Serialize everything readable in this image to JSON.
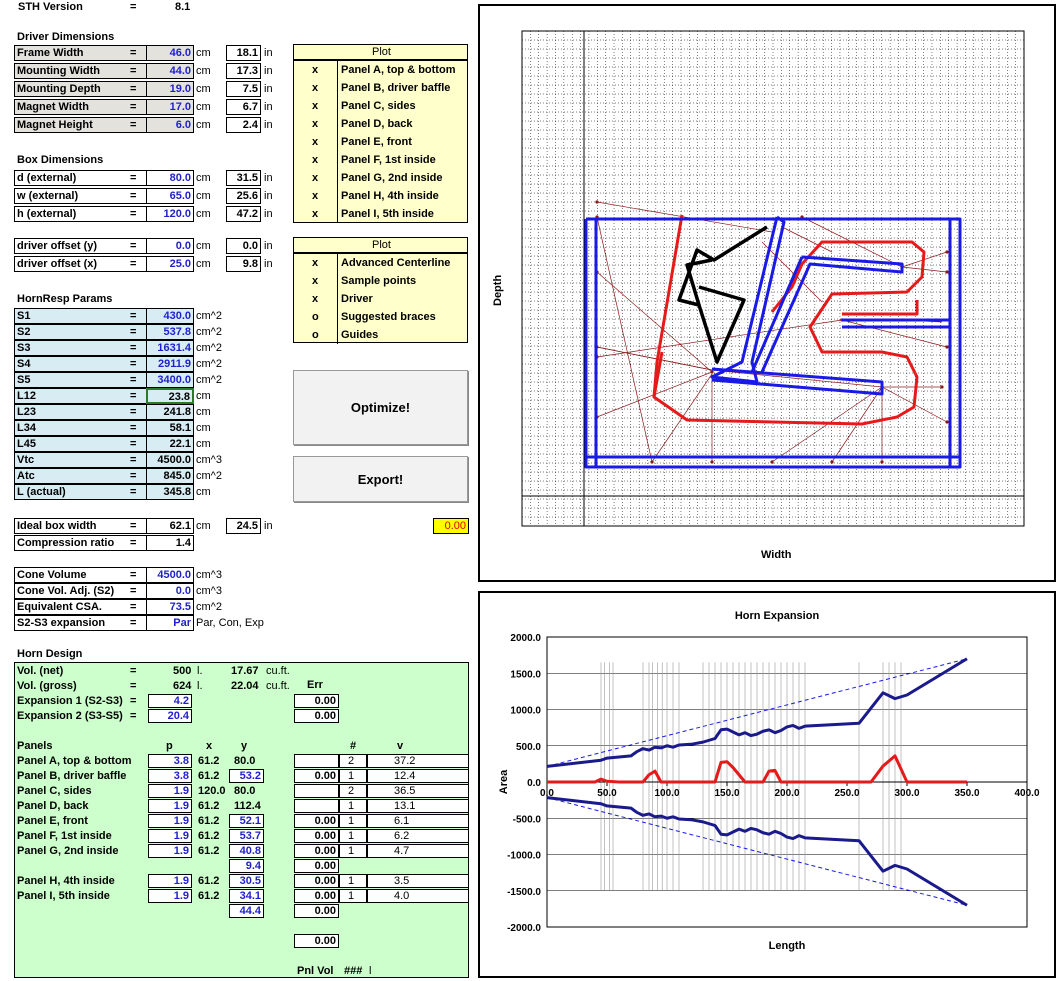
{
  "version": {
    "label": "STH Version",
    "eq": "=",
    "value": "8.1"
  },
  "driver": {
    "title": "Driver Dimensions",
    "rows": [
      {
        "label": "Frame Width",
        "val": "46.0",
        "unit": "cm",
        "inch": "18.1",
        "iu": "in"
      },
      {
        "label": "Mounting Width",
        "val": "44.0",
        "unit": "cm",
        "inch": "17.3",
        "iu": "in"
      },
      {
        "label": "Mounting Depth",
        "val": "19.0",
        "unit": "cm",
        "inch": "7.5",
        "iu": "in"
      },
      {
        "label": "Magnet Width",
        "val": "17.0",
        "unit": "cm",
        "inch": "6.7",
        "iu": "in"
      },
      {
        "label": "Magnet Height",
        "val": "6.0",
        "unit": "cm",
        "inch": "2.4",
        "iu": "in"
      }
    ]
  },
  "box": {
    "title": "Box Dimensions",
    "rows": [
      {
        "label": "d (external)",
        "val": "80.0",
        "unit": "cm",
        "inch": "31.5",
        "iu": "in"
      },
      {
        "label": "w (external)",
        "val": "65.0",
        "unit": "cm",
        "inch": "25.6",
        "iu": "in"
      },
      {
        "label": "h (external)",
        "val": "120.0",
        "unit": "cm",
        "inch": "47.2",
        "iu": "in"
      }
    ]
  },
  "offset": {
    "rows": [
      {
        "label": "driver offset (y)",
        "val": "0.0",
        "unit": "cm",
        "inch": "0.0",
        "iu": "in"
      },
      {
        "label": "driver offset (x)",
        "val": "25.0",
        "unit": "cm",
        "inch": "9.8",
        "iu": "in"
      }
    ]
  },
  "plot1": {
    "title": "Plot",
    "items": [
      {
        "mark": "x",
        "label": "Panel A, top & bottom"
      },
      {
        "mark": "x",
        "label": "Panel B, driver baffle"
      },
      {
        "mark": "x",
        "label": "Panel C, sides"
      },
      {
        "mark": "x",
        "label": "Panel D, back"
      },
      {
        "mark": "x",
        "label": "Panel E, front"
      },
      {
        "mark": "x",
        "label": "Panel F, 1st inside"
      },
      {
        "mark": "x",
        "label": "Panel G, 2nd inside"
      },
      {
        "mark": "x",
        "label": "Panel H, 4th inside"
      },
      {
        "mark": "x",
        "label": "Panel I, 5th inside"
      }
    ]
  },
  "plot2": {
    "title": "Plot",
    "items": [
      {
        "mark": "x",
        "label": "Advanced Centerline"
      },
      {
        "mark": "x",
        "label": "Sample points"
      },
      {
        "mark": "x",
        "label": "Driver"
      },
      {
        "mark": "o",
        "label": "Suggested braces"
      },
      {
        "mark": "o",
        "label": "Guides"
      }
    ]
  },
  "hornresp": {
    "title": "HornResp Params",
    "rows": [
      {
        "label": "S1",
        "val": "430.0",
        "unit": "cm^2"
      },
      {
        "label": "S2",
        "val": "537.8",
        "unit": "cm^2"
      },
      {
        "label": "S3",
        "val": "1631.4",
        "unit": "cm^2"
      },
      {
        "label": "S4",
        "val": "2911.9",
        "unit": "cm^2"
      },
      {
        "label": "S5",
        "val": "3400.0",
        "unit": "cm^2"
      },
      {
        "label": "L12",
        "val": "23.8",
        "unit": "cm"
      },
      {
        "label": "L23",
        "val": "241.8",
        "unit": "cm"
      },
      {
        "label": "L34",
        "val": "58.1",
        "unit": "cm"
      },
      {
        "label": "L45",
        "val": "22.1",
        "unit": "cm"
      },
      {
        "label": "Vtc",
        "val": "4500.0",
        "unit": "cm^3"
      },
      {
        "label": "Atc",
        "val": "845.0",
        "unit": "cm^2"
      },
      {
        "label": "L (actual)",
        "val": "345.8",
        "unit": "cm"
      }
    ]
  },
  "buttons": {
    "optimize": "Optimize!",
    "export": "Export!"
  },
  "ideal": {
    "label": "Ideal box width",
    "val": "62.1",
    "unit": "cm",
    "inch": "24.5",
    "iu": "in",
    "flag": "0.00"
  },
  "compression": {
    "label": "Compression ratio",
    "val": "1.4"
  },
  "cone": {
    "rows": [
      {
        "label": "Cone Volume",
        "val": "4500.0",
        "unit": "cm^3"
      },
      {
        "label": "Cone Vol. Adj. (S2)",
        "val": "0.0",
        "unit": "cm^3"
      },
      {
        "label": "Equivalent CSA.",
        "val": "73.5",
        "unit": "cm^2"
      },
      {
        "label": "S2-S3 expansion",
        "val": "Par",
        "unit": "Par, Con, Exp"
      }
    ]
  },
  "horn": {
    "title": "Horn Design",
    "volnet": {
      "label": "Vol. (net)",
      "l": "500",
      "lu": "l.",
      "cf": "17.67",
      "cfu": "cu.ft.",
      "err": "Err"
    },
    "volgross": {
      "label": "Vol. (gross)",
      "l": "624",
      "lu": "l.",
      "cf": "22.04",
      "cfu": "cu.ft."
    },
    "exp1": {
      "label": "Expansion 1 (S2-S3)",
      "val": "4.2",
      "err": "0.00"
    },
    "exp2": {
      "label": "Expansion 2 (S3-S5)",
      "val": "20.4",
      "err": "0.00"
    },
    "headers": {
      "panels": "Panels",
      "p": "p",
      "x": "x",
      "y": "y",
      "n": "#",
      "v": "v"
    },
    "panels": [
      {
        "label": "Panel A, top & bottom",
        "p": "3.8",
        "x": "61.2",
        "y": "80.0",
        "err": "",
        "n": "2",
        "v": "37.2"
      },
      {
        "label": "Panel B, driver baffle",
        "p": "3.8",
        "x": "61.2",
        "y": "53.2",
        "err": "0.00",
        "n": "1",
        "v": "12.4"
      },
      {
        "label": "Panel C, sides",
        "p": "1.9",
        "x": "120.0",
        "y": "80.0",
        "err": "",
        "n": "2",
        "v": "36.5"
      },
      {
        "label": "Panel D, back",
        "p": "1.9",
        "x": "61.2",
        "y": "112.4",
        "err": "",
        "n": "1",
        "v": "13.1"
      },
      {
        "label": "Panel E, front",
        "p": "1.9",
        "x": "61.2",
        "y": "52.1",
        "err": "0.00",
        "n": "1",
        "v": "6.1"
      },
      {
        "label": "Panel F, 1st inside",
        "p": "1.9",
        "x": "61.2",
        "y": "53.7",
        "err": "0.00",
        "n": "1",
        "v": "6.2"
      },
      {
        "label": "Panel G, 2nd inside",
        "p": "1.9",
        "x": "61.2",
        "y": "40.8",
        "err": "0.00",
        "n": "1",
        "v": "4.7"
      }
    ],
    "extra1": {
      "y": "9.4",
      "err": "0.00"
    },
    "panels2": [
      {
        "label": "Panel H, 4th inside",
        "p": "1.9",
        "x": "61.2",
        "y": "30.5",
        "err": "0.00",
        "n": "1",
        "v": "3.5"
      },
      {
        "label": "Panel I, 5th inside",
        "p": "1.9",
        "x": "61.2",
        "y": "34.1",
        "err": "0.00",
        "n": "1",
        "v": "4.0"
      }
    ],
    "extra2": {
      "y": "44.4",
      "err": "0.00"
    },
    "total": "0.00",
    "pnlvol": "Pnl Vol",
    "pnlval": "###",
    "pnlunit": "l"
  },
  "layout_chart": {
    "xlabel": "Width",
    "ylabel": "Depth"
  },
  "chart_data": {
    "type": "line",
    "title": "Horn Expansion",
    "xlabel": "Length",
    "ylabel": "Area",
    "xlim": [
      0,
      400
    ],
    "ylim": [
      -2000,
      2000
    ],
    "xticks": [
      "0.0",
      "50.0",
      "100.0",
      "150.0",
      "200.0",
      "250.0",
      "300.0",
      "350.0",
      "400.0"
    ],
    "yticks": [
      "2000.0",
      "1500.0",
      "1000.0",
      "500.0",
      "0.0",
      "-500.0",
      "-1000.0",
      "-1500.0",
      "-2000.0"
    ],
    "series": [
      {
        "color": "#1a1a8c",
        "x": [
          0,
          45,
          50,
          70,
          75,
          80,
          85,
          90,
          95,
          100,
          105,
          110,
          120,
          130,
          140,
          145,
          150,
          155,
          160,
          165,
          170,
          175,
          180,
          185,
          190,
          195,
          200,
          205,
          210,
          215,
          260,
          280,
          290,
          300,
          350
        ],
        "y": [
          215,
          300,
          330,
          360,
          420,
          460,
          440,
          480,
          470,
          500,
          480,
          510,
          520,
          550,
          600,
          720,
          730,
          690,
          650,
          680,
          640,
          660,
          700,
          720,
          680,
          710,
          760,
          780,
          740,
          770,
          810,
          1230,
          1150,
          1200,
          1700
        ]
      },
      {
        "color": "#e61a1a",
        "x": [
          0,
          40,
          45,
          50,
          60,
          70,
          80,
          85,
          90,
          95,
          100,
          110,
          130,
          140,
          145,
          150,
          155,
          160,
          165,
          170,
          175,
          180,
          185,
          190,
          195,
          200,
          210,
          260,
          270,
          280,
          290,
          300,
          350
        ],
        "y": [
          0,
          0,
          40,
          10,
          0,
          0,
          0,
          100,
          150,
          0,
          0,
          0,
          0,
          0,
          270,
          280,
          200,
          100,
          0,
          0,
          0,
          0,
          150,
          160,
          0,
          0,
          0,
          0,
          0,
          220,
          360,
          0,
          0
        ]
      }
    ]
  }
}
